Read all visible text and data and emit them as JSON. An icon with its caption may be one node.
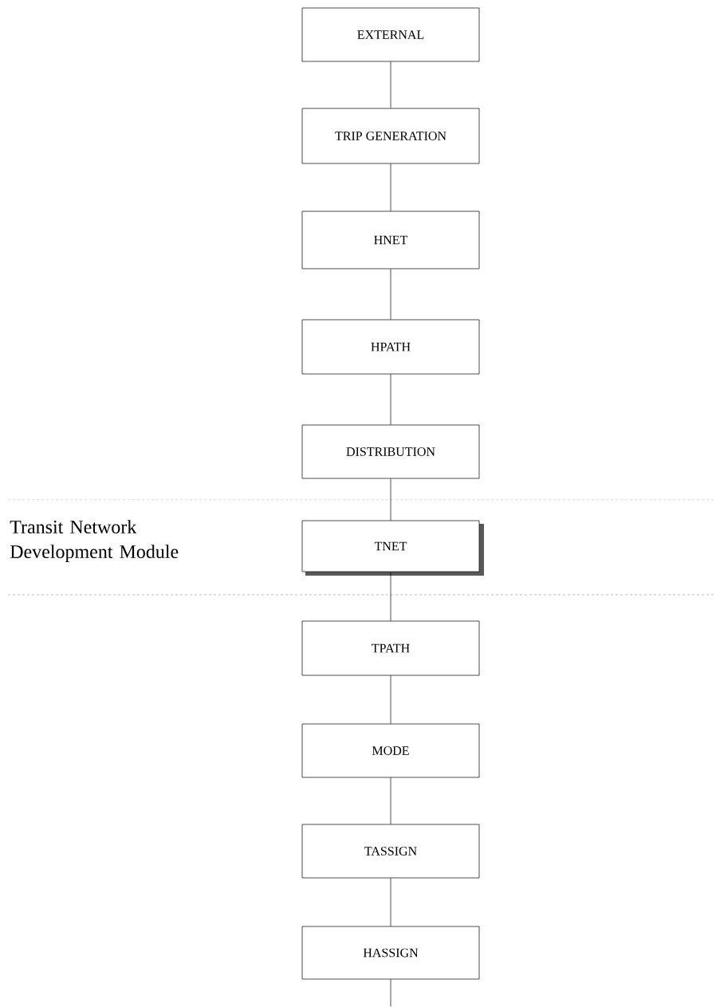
{
  "diagram": {
    "nodes": [
      {
        "text": [
          "EXTERNAL"
        ]
      },
      {
        "text": [
          "TRIP GENERATION"
        ]
      },
      {
        "text": [
          "HNET"
        ]
      },
      {
        "text": [
          "HPATH"
        ]
      },
      {
        "text": [
          "DISTRIBUTION"
        ]
      },
      {
        "text": [
          "TNET"
        ]
      },
      {
        "text": [
          "TPATH"
        ]
      },
      {
        "text": [
          "MODE"
        ]
      },
      {
        "text": [
          "TASSIGN"
        ]
      },
      {
        "text": [
          "HASSIGN"
        ]
      }
    ],
    "edges": [
      {
        "from": 0,
        "to": 1,
        "arrow": "none"
      },
      {
        "from": 1,
        "to": 2,
        "arrow": "none"
      },
      {
        "from": 2,
        "to": 3,
        "arrow": "none"
      },
      {
        "from": 3,
        "to": 4,
        "arrow": "none"
      },
      {
        "from": 4,
        "to": 5,
        "arrow": "none"
      },
      {
        "from": 5,
        "to": 6,
        "arrow": "none"
      },
      {
        "from": 6,
        "to": 7,
        "arrow": "none"
      },
      {
        "from": 7,
        "to": 8,
        "arrow": "none"
      },
      {
        "from": 8,
        "to": 9,
        "arrow": "none"
      },
      {
        "from": 9,
        "to": null,
        "arrow": "none"
      }
    ],
    "labels": [
      "Transit Network Development Module"
    ]
  }
}
